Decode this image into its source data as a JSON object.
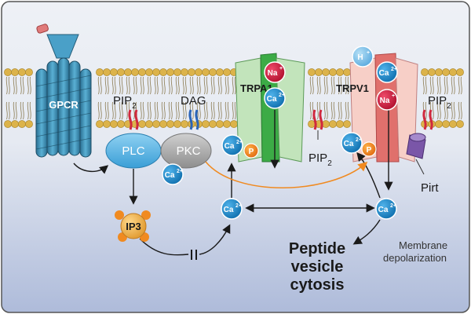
{
  "labels": {
    "gpcr": "GPCR",
    "pip2_left": "PIP",
    "pip2_left_sub": "2",
    "dag": "DAG",
    "trpa1": "TRPA1",
    "trpv1": "TRPV1",
    "pip2_right": "PIP",
    "pip2_right_sub": "2",
    "pip2_mid": "PIP",
    "pip2_mid_sub": "2",
    "plc": "PLC",
    "pkc": "PKC",
    "ip3": "IP3",
    "pirt": "Pirt",
    "membrane_line1": "Membrane",
    "membrane_line2": "depolarization",
    "peptide_line1": "Peptide",
    "peptide_line2": "vesicle",
    "peptide_line3": "cytosis"
  },
  "ions": {
    "ca": "Ca",
    "ca_charge": "2+",
    "na": "Na",
    "na_charge": "+",
    "h": "H",
    "h_charge": "+",
    "p": "P"
  },
  "colors": {
    "background_top": "#e3e9f2",
    "background_bottom": "#b3bfdc",
    "membrane_head": "#dcb34a",
    "gpcr": "#3d8fb5",
    "plc": "#56b5e6",
    "pkc": "#a8a8a8",
    "ip3": "#f0b24a",
    "trpa1": "#3cab46",
    "trpv1": "#e98a8a",
    "calcium": "#1a86c8",
    "sodium": "#d8183f",
    "proton": "#7cc0e8",
    "phosphate": "#f08a20",
    "pirt": "#7a56a8"
  }
}
